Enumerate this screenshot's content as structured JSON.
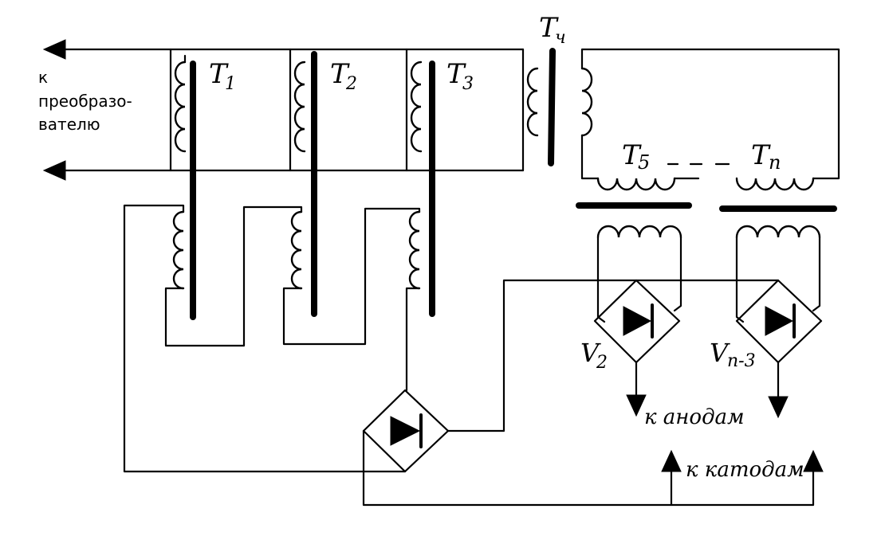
{
  "labels": {
    "to_converter_1": "к",
    "to_converter_2": "преобразо-",
    "to_converter_3": "вателю",
    "t1_letter": "T",
    "t1_sub": "1",
    "t2_letter": "T",
    "t2_sub": "2",
    "t3_letter": "T",
    "t3_sub": "3",
    "t4_letter": "T",
    "t4_sub": "ч",
    "t5_letter": "T",
    "t5_sub": "5",
    "tn_letter": "T",
    "tn_sub": "n",
    "v2_letter": "V",
    "v2_sub": "2",
    "vn_letter": "V",
    "vn_sub": "n-3",
    "to_anodes": "к анодам",
    "to_cathodes": "к катодам"
  }
}
